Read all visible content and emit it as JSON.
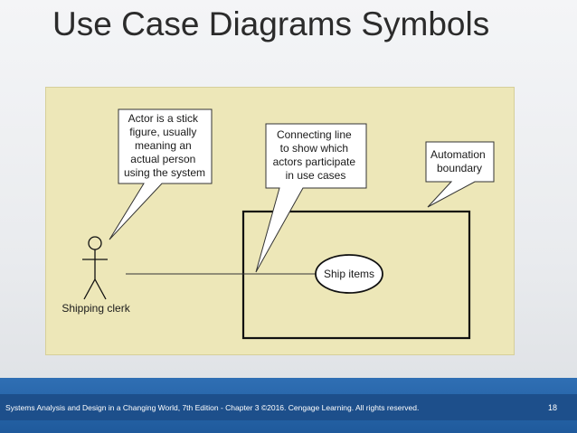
{
  "slide": {
    "title": "Use Case Diagrams Symbols",
    "footer": "Systems Analysis and Design in a Changing World, 7th Edition - Chapter 3 ©2016. Cengage Learning. All rights reserved.",
    "page_number": "18"
  },
  "diagram": {
    "actor_label": "Shipping clerk",
    "use_case_label": "Ship items",
    "callouts": {
      "actor": [
        "Actor is a stick",
        "figure, usually",
        "meaning an",
        "actual person",
        "using the system"
      ],
      "connecting_line": [
        "Connecting line",
        "to show which",
        "actors participate",
        "in use cases"
      ],
      "automation_boundary": [
        "Automation",
        "boundary"
      ]
    }
  },
  "colors": {
    "panel_background": "#ede7b8",
    "footer_blue": "#1f5a9c"
  }
}
